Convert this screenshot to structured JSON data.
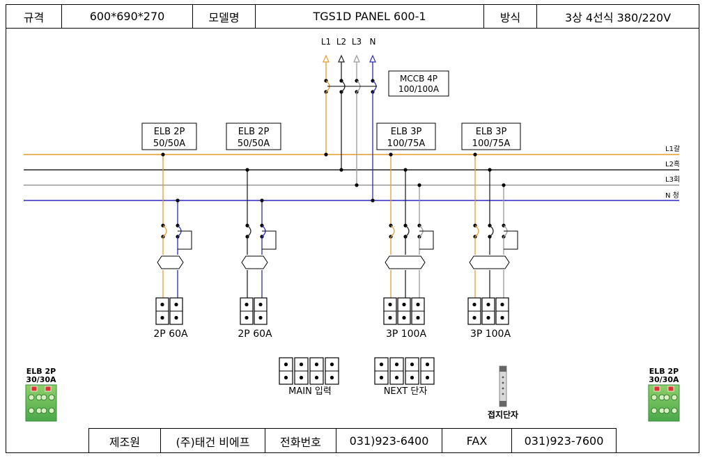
{
  "header": {
    "spec_label": "규격",
    "spec_value": "600*690*270",
    "model_label": "모델명",
    "model_value": "TGS1D PANEL 600-1",
    "method_label": "방식",
    "method_value": "3상 4선식 380/220V"
  },
  "footer": {
    "maker_label": "제조원",
    "maker_value": "(주)태건 비에프",
    "phone_label": "전화번호",
    "phone_value": "031)923-6400",
    "fax_label": "FAX",
    "fax_value": "031)923-7600"
  },
  "diagram": {
    "phases": [
      "L1",
      "L2",
      "L3",
      "N"
    ],
    "busbars": [
      "L1갈",
      "L2흑",
      "L3회",
      "N 청"
    ],
    "main_breaker": {
      "line1": "MCCB 4P",
      "line2": "100/100A"
    },
    "branches": [
      {
        "line1": "ELB 2P",
        "line2": "50/50A",
        "terminal": "2P 60A"
      },
      {
        "line1": "ELB 2P",
        "line2": "50/50A",
        "terminal": "2P 60A"
      },
      {
        "line1": "ELB 3P",
        "line2": "100/75A",
        "terminal": "3P 100A"
      },
      {
        "line1": "ELB 3P",
        "line2": "100/75A",
        "terminal": "3P 100A"
      }
    ],
    "main_input_label": "MAIN 입력",
    "next_terminal_label": "NEXT 단자",
    "ground_label": "접지단자",
    "side_elb": {
      "line1": "ELB 2P",
      "line2": "30/30A"
    },
    "colors": {
      "L1": "#e89a2c",
      "L2": "#222222",
      "L3": "#9a9a9a",
      "N": "#2a2ac0"
    }
  }
}
